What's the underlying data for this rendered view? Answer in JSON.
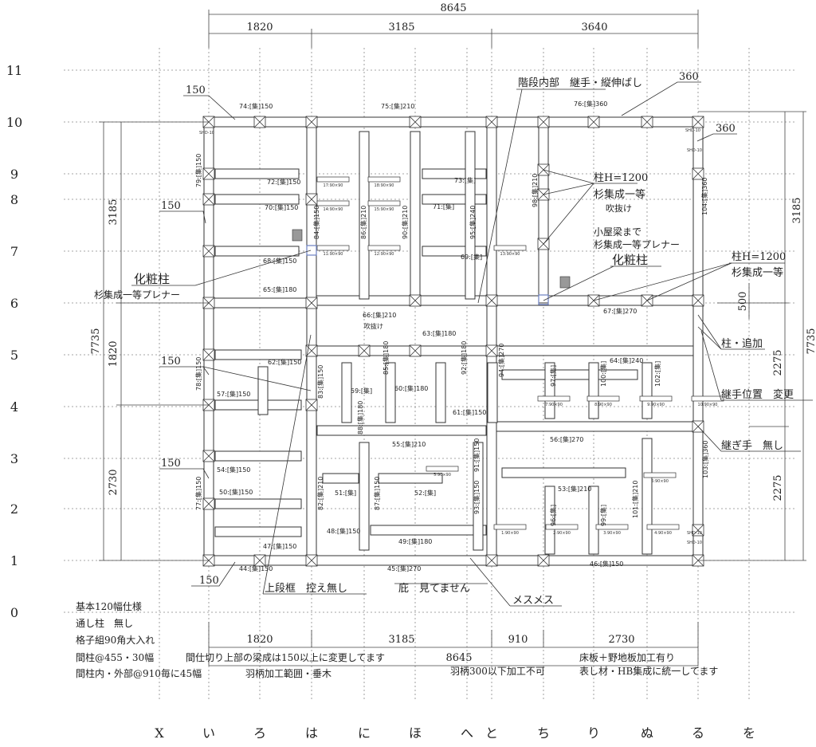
{
  "dimensions": {
    "top_total": "8645",
    "top_segments": [
      "1820",
      "3185",
      "3640"
    ],
    "bottom_segments": [
      "1820",
      "3185",
      "910",
      "2730"
    ],
    "bottom_total": "8645",
    "left_total": "7735",
    "left_segments": [
      "3185",
      "1820",
      "2730"
    ],
    "right_top": "3185",
    "right_total": "7735",
    "right_segments": [
      "2275",
      "2275"
    ],
    "right_small": "500"
  },
  "row_labels": [
    "11",
    "10",
    "9",
    "8",
    "7",
    "6",
    "5",
    "4",
    "3",
    "2",
    "1",
    "0"
  ],
  "column_labels": [
    "X",
    "い",
    "ろ",
    "は",
    "に",
    "ほ",
    "へ",
    "と",
    "ち",
    "り",
    "ぬ",
    "る",
    "を"
  ],
  "annotations": {
    "stair": "階段内部　継手・縦伸ばし",
    "top_360": "360",
    "right_360": "360",
    "left_150_1": "150",
    "left_150_2": "150",
    "left_150_3": "150",
    "left_150_4": "150",
    "left_150_bottom": "150",
    "column_h1": "柱H=1200",
    "cedar1": "杉集成一等",
    "fukinuke1": "吹抜け",
    "koya": "小屋梁まで",
    "cedar_planer": "杉集成一等プレナー",
    "kesho1": "化粧柱",
    "column_h2": "柱H=1200",
    "cedar2": "杉集成一等",
    "kesho2": "化粧柱",
    "cedar_planer_left": "杉集成一等プレナー",
    "add_column": "柱・追加",
    "joint_change": "継手位置　変更",
    "no_joint": "継ぎ手　無し",
    "upper_frame": "上段框　控え無し",
    "eaves": "庇　見てません",
    "mesu": "メスメス"
  },
  "notes": {
    "left": [
      "基本120幅仕様",
      "通し柱　無し",
      "格子組90角大入れ",
      "間柱@455・30幅",
      "間柱内・外部@910毎に45幅"
    ],
    "partition": "間仕切り上部の梁成は150以上に変更してます",
    "rafter_range": "羽柄加工範囲・垂木",
    "rafter_limit": "羽柄300以下加工不可",
    "floor_board": "床板＋野地板加工有り",
    "finish": "表し材・HB集成に統一してます"
  },
  "members": [
    "74:[集]150",
    "75:[集]210",
    "76:[集]360",
    "72:[集]150",
    "70:[集]150",
    "68:[集]150",
    "65:[集]180",
    "84:[集]150",
    "86:[集]210",
    "90:[集]210",
    "71:[集]",
    "73:[集]",
    "95:[集]240",
    "69:[集]",
    "98:[集]210",
    "104:[集]360",
    "79:[集]150",
    "66:[集]210",
    "63:[集]180",
    "67:[集]270",
    "62:[集]150",
    "57:[集]150",
    "54:[集]150",
    "50:[集]150",
    "47:[集]150",
    "44:[集]150",
    "45:[集]270",
    "46:[集]150",
    "59:[集]",
    "60:[集]180",
    "61:[集]150",
    "55:[集]210",
    "51:[集]",
    "52:[集]",
    "49:[集]180",
    "48:[集]150",
    "64:[集]240",
    "56:[集]270",
    "53:[集]210",
    "94:[集]270",
    "97:[集]",
    "100:[集]",
    "102:[集]",
    "96:[集]",
    "99:[集]",
    "101:[集]210",
    "103:[集]360",
    "78:[集]150",
    "77:[集]150",
    "83:[集]150",
    "82:[集]210",
    "87:[集]150",
    "93:[集]150",
    "91:[集]150",
    "92:[集]180",
    "85:[集]180",
    "88:[集]180"
  ],
  "small_members": [
    "17:90×90",
    "18:90×90",
    "14:90×90",
    "15:90×90",
    "11:90×90",
    "12:90×90",
    "13:90×90",
    "7:90×90",
    "8:90×90",
    "9:90×90",
    "10:90×90",
    "6:90×90",
    "1:90×90",
    "2:90×90",
    "3:90×90",
    "4:90×90",
    "5:90×90"
  ],
  "labels": {
    "fukinuke2": "吹抜け",
    "shd_top_left": "SHD-10",
    "shd_top_right": "SHD-10",
    "shd_right_top": "SHD-10",
    "shd_right_bottom": "SHD-10",
    "shd_bottom_right": "SHD-10"
  }
}
